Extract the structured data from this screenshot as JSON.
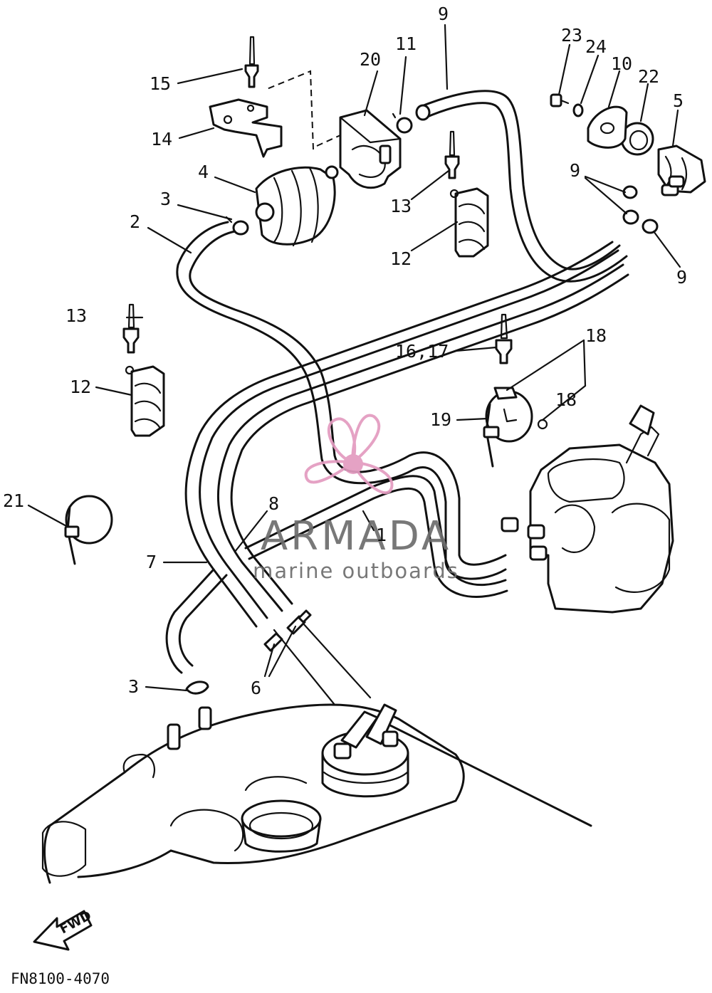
{
  "callouts": [
    {
      "id": "c1",
      "text": "1"
    },
    {
      "id": "c2",
      "text": "2"
    },
    {
      "id": "c3a",
      "text": "3"
    },
    {
      "id": "c3b",
      "text": "3"
    },
    {
      "id": "c4",
      "text": "4"
    },
    {
      "id": "c5",
      "text": "5"
    },
    {
      "id": "c6",
      "text": "6"
    },
    {
      "id": "c7",
      "text": "7"
    },
    {
      "id": "c8",
      "text": "8"
    },
    {
      "id": "c9a",
      "text": "9"
    },
    {
      "id": "c9b",
      "text": "9"
    },
    {
      "id": "c9c",
      "text": "9"
    },
    {
      "id": "c10",
      "text": "10"
    },
    {
      "id": "c11",
      "text": "11"
    },
    {
      "id": "c12a",
      "text": "12"
    },
    {
      "id": "c12b",
      "text": "12"
    },
    {
      "id": "c13a",
      "text": "13"
    },
    {
      "id": "c13b",
      "text": "13"
    },
    {
      "id": "c14",
      "text": "14"
    },
    {
      "id": "c15",
      "text": "15"
    },
    {
      "id": "c1617",
      "text": "16,17"
    },
    {
      "id": "c18a",
      "text": "18"
    },
    {
      "id": "c18b",
      "text": "18"
    },
    {
      "id": "c19",
      "text": "19"
    },
    {
      "id": "c20",
      "text": "20"
    },
    {
      "id": "c21",
      "text": "21"
    },
    {
      "id": "c22",
      "text": "22"
    },
    {
      "id": "c23",
      "text": "23"
    },
    {
      "id": "c24",
      "text": "24"
    }
  ],
  "drawing_code": "FN8100-4070",
  "direction_arrow_text": "FWD",
  "watermark": {
    "brand": "ARMADA",
    "tagline": "marine outboards",
    "accent_color": "#e39bc0",
    "text_color": "#6d6d6d"
  },
  "line_color": "#111111"
}
